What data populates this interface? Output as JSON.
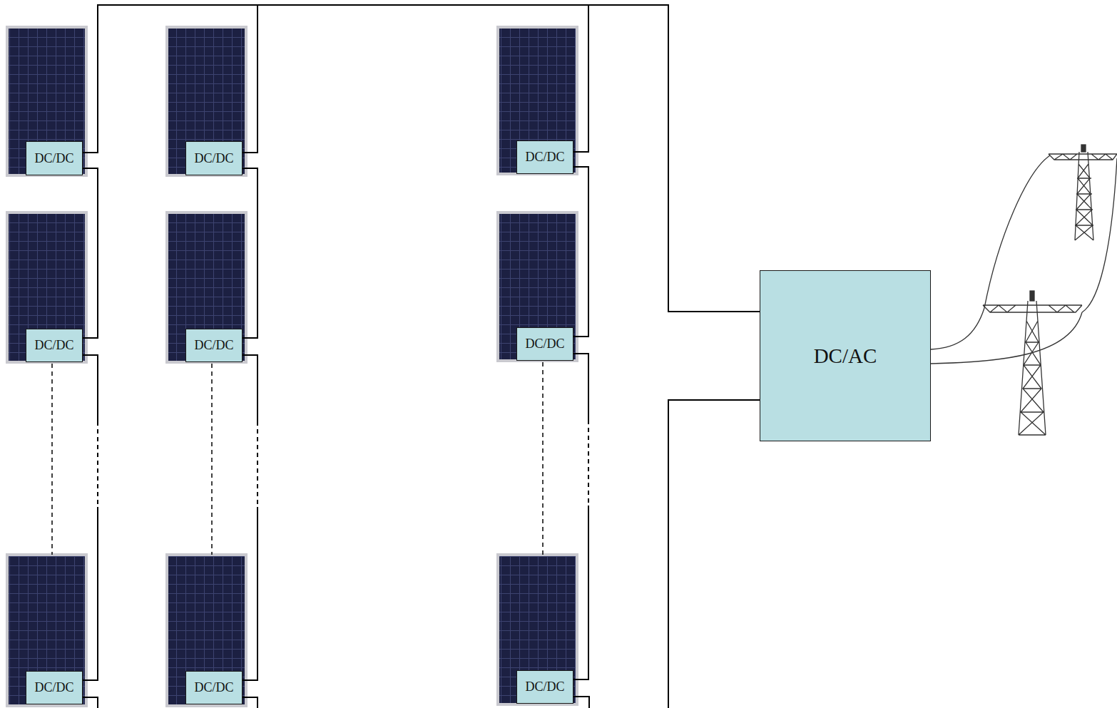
{
  "diagram": {
    "nodes": [
      {
        "text": [
          "DC/DC"
        ]
      },
      {
        "text": [
          "DC/DC"
        ]
      },
      {
        "text": [
          "DC/DC"
        ]
      },
      {
        "text": [
          "DC/DC"
        ]
      },
      {
        "text": [
          "DC/DC"
        ]
      },
      {
        "text": [
          "DC/DC"
        ]
      },
      {
        "text": [
          "DC/DC"
        ]
      },
      {
        "text": [
          "DC/DC"
        ]
      },
      {
        "text": [
          "DC/DC"
        ]
      },
      {
        "text": [
          "DC/AC"
        ]
      }
    ],
    "edges": [
      {
        "from": 0,
        "to": 9,
        "arrow": "none"
      },
      {
        "from": 1,
        "to": 9,
        "arrow": "none"
      },
      {
        "from": 2,
        "to": 9,
        "arrow": "none"
      },
      {
        "from": 0,
        "to": 3,
        "arrow": "none"
      },
      {
        "from": 1,
        "to": 4,
        "arrow": "none"
      },
      {
        "from": 2,
        "to": 5,
        "arrow": "none"
      },
      {
        "from": 3,
        "to": 6,
        "arrow": "none"
      },
      {
        "from": 4,
        "to": 7,
        "arrow": "none"
      },
      {
        "from": 5,
        "to": 8,
        "arrow": "none"
      }
    ]
  }
}
